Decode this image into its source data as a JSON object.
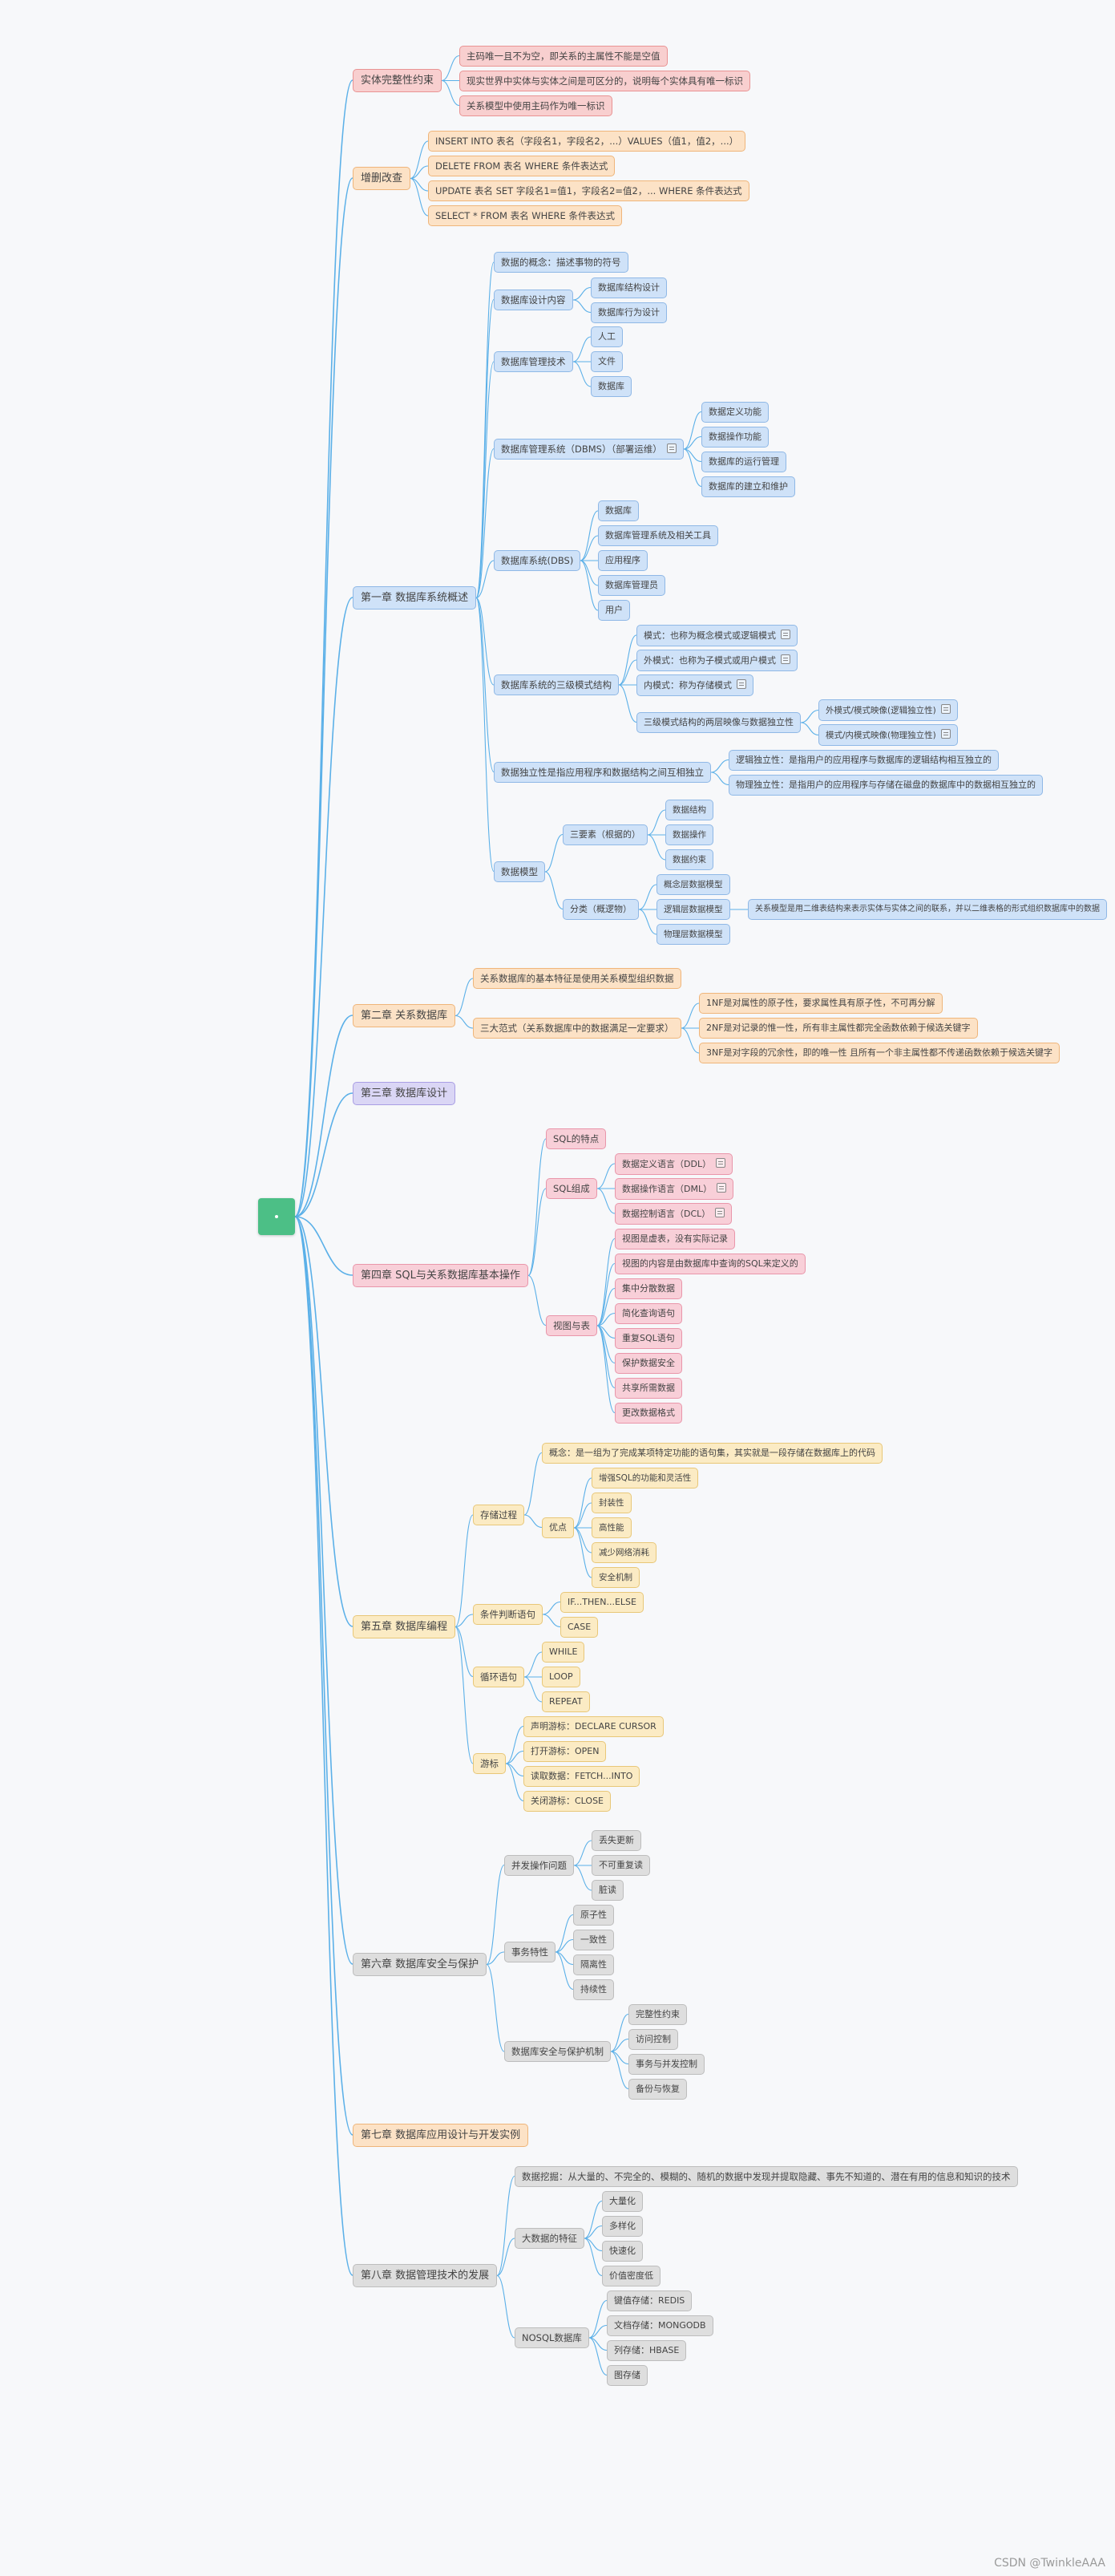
{
  "palette": {
    "red": {
      "fill": "#f8cfcf",
      "stroke": "#e99393",
      "line": "#5bb0e8"
    },
    "orange": {
      "fill": "#fce2c6",
      "stroke": "#efb57a"
    },
    "blue": {
      "fill": "#cfe2f8",
      "stroke": "#8fb8e6"
    },
    "purple": {
      "fill": "#dad6f5",
      "stroke": "#a99ee4"
    },
    "pink": {
      "fill": "#f8cfd8",
      "stroke": "#e996aa"
    },
    "yellow": {
      "fill": "#fbebc4",
      "stroke": "#e8c778"
    },
    "gray": {
      "fill": "#dedede",
      "stroke": "#bdbdbd"
    },
    "line": "#5bb0e8"
  },
  "watermark": "CSDN @TwinkleAAA",
  "tree": {
    "name": "root",
    "children": [
      {
        "text": "实体完整性约束",
        "color": "red",
        "children": [
          {
            "text": "主码唯一且不为空，即关系的主属性不能是空值"
          },
          {
            "text": "现实世界中实体与实体之间是可区分的，说明每个实体具有唯一标识"
          },
          {
            "text": "关系模型中使用主码作为唯一标识"
          }
        ]
      },
      {
        "text": "增删改查",
        "color": "orange",
        "children": [
          {
            "text": "INSERT INTO 表名（字段名1，字段名2，...）VALUES（值1，值2，...）"
          },
          {
            "text": "DELETE FROM 表名 WHERE 条件表达式"
          },
          {
            "text": "UPDATE 表名 SET 字段名1=值1，字段名2=值2，... WHERE 条件表达式"
          },
          {
            "text": "SELECT * FROM 表名 WHERE 条件表达式"
          }
        ]
      },
      {
        "text": "第一章 数据库系统概述",
        "color": "blue",
        "children": [
          {
            "text": "数据的概念：描述事物的符号"
          },
          {
            "text": "数据库设计内容",
            "children": [
              {
                "text": "数据库结构设计"
              },
              {
                "text": "数据库行为设计"
              }
            ]
          },
          {
            "text": "数据库管理技术",
            "children": [
              {
                "text": "人工"
              },
              {
                "text": "文件"
              },
              {
                "text": "数据库"
              }
            ]
          },
          {
            "text": "数据库管理系统（DBMS）（部署运维）",
            "icon": true,
            "children": [
              {
                "text": "数据定义功能"
              },
              {
                "text": "数据操作功能"
              },
              {
                "text": "数据库的运行管理"
              },
              {
                "text": "数据库的建立和维护"
              }
            ]
          },
          {
            "text": "数据库系统(DBS)",
            "children": [
              {
                "text": "数据库"
              },
              {
                "text": "数据库管理系统及相关工具"
              },
              {
                "text": "应用程序"
              },
              {
                "text": "数据库管理员"
              },
              {
                "text": "用户"
              }
            ]
          },
          {
            "text": "数据库系统的三级模式结构",
            "children": [
              {
                "text": "模式：也称为概念模式或逻辑模式",
                "icon": true
              },
              {
                "text": "外模式：也称为子模式或用户模式",
                "icon": true
              },
              {
                "text": "内模式：称为存储模式",
                "icon": true
              },
              {
                "text": "三级模式结构的两层映像与数据独立性",
                "children": [
                  {
                    "text": "外模式/模式映像(逻辑独立性)",
                    "icon": true
                  },
                  {
                    "text": "模式/内模式映像(物理独立性)",
                    "icon": true
                  }
                ]
              }
            ]
          },
          {
            "text": "数据独立性是指应用程序和数据结构之间互相独立",
            "children": [
              {
                "text": "逻辑独立性：是指用户的应用程序与数据库的逻辑结构相互独立的"
              },
              {
                "text": "物理独立性：是指用户的应用程序与存储在磁盘的数据库中的数据相互独立的"
              }
            ]
          },
          {
            "text": "数据模型",
            "children": [
              {
                "text": "三要素（根据的）",
                "children": [
                  {
                    "text": "数据结构"
                  },
                  {
                    "text": "数据操作"
                  },
                  {
                    "text": "数据约束"
                  }
                ]
              },
              {
                "text": "分类（概逻物）",
                "children": [
                  {
                    "text": "概念层数据模型"
                  },
                  {
                    "text": "逻辑层数据模型",
                    "children": [
                      {
                        "text": "关系模型是用二维表结构来表示实体与实体之间的联系，并以二维表格的形式组织数据库中的数据"
                      }
                    ]
                  },
                  {
                    "text": "物理层数据模型"
                  }
                ]
              }
            ]
          }
        ]
      },
      {
        "text": "第二章 关系数据库",
        "color": "orange",
        "children": [
          {
            "text": "关系数据库的基本特征是使用关系模型组织数据"
          },
          {
            "text": "三大范式（关系数据库中的数据满足一定要求）",
            "children": [
              {
                "text": "1NF是对属性的原子性，要求属性具有原子性，不可再分解"
              },
              {
                "text": "2NF是对记录的惟一性，所有非主属性都完全函数依赖于候选关键字"
              },
              {
                "text": "3NF是对字段的冗余性，即的唯一性 且所有一个非主属性都不传递函数依赖于候选关键字"
              }
            ]
          }
        ]
      },
      {
        "text": "第三章 数据库设计",
        "color": "purple",
        "children": []
      },
      {
        "text": "第四章 SQL与关系数据库基本操作",
        "color": "pink",
        "children": [
          {
            "text": "SQL的特点"
          },
          {
            "text": "SQL组成",
            "children": [
              {
                "text": "数据定义语言（DDL）",
                "icon": true
              },
              {
                "text": "数据操作语言（DML）",
                "icon": true
              },
              {
                "text": "数据控制语言（DCL）",
                "icon": true
              }
            ]
          },
          {
            "text": "视图与表",
            "children": [
              {
                "text": "视图是虚表，没有实际记录"
              },
              {
                "text": "视图的内容是由数据库中查询的SQL来定义的"
              },
              {
                "text": "集中分散数据"
              },
              {
                "text": "简化查询语句"
              },
              {
                "text": "重复SQL语句"
              },
              {
                "text": "保护数据安全"
              },
              {
                "text": "共享所需数据"
              },
              {
                "text": "更改数据格式"
              }
            ]
          }
        ]
      },
      {
        "text": "第五章 数据库编程",
        "color": "yellow",
        "children": [
          {
            "text": "存储过程",
            "children": [
              {
                "text": "概念：是一组为了完成某项特定功能的语句集，其实就是一段存储在数据库上的代码"
              },
              {
                "text": "优点",
                "children": [
                  {
                    "text": "增强SQL的功能和灵活性"
                  },
                  {
                    "text": "封装性"
                  },
                  {
                    "text": "高性能"
                  },
                  {
                    "text": "减少网络消耗"
                  },
                  {
                    "text": "安全机制"
                  }
                ]
              }
            ]
          },
          {
            "text": "条件判断语句",
            "children": [
              {
                "text": "IF...THEN...ELSE"
              },
              {
                "text": "CASE"
              }
            ]
          },
          {
            "text": "循环语句",
            "children": [
              {
                "text": "WHILE"
              },
              {
                "text": "LOOP"
              },
              {
                "text": "REPEAT"
              }
            ]
          },
          {
            "text": "游标",
            "children": [
              {
                "text": "声明游标：DECLARE CURSOR"
              },
              {
                "text": "打开游标：OPEN"
              },
              {
                "text": "读取数据：FETCH...INTO"
              },
              {
                "text": "关闭游标：CLOSE"
              }
            ]
          }
        ]
      },
      {
        "text": "第六章 数据库安全与保护",
        "color": "gray",
        "children": [
          {
            "text": "并发操作问题",
            "children": [
              {
                "text": "丢失更新"
              },
              {
                "text": "不可重复读"
              },
              {
                "text": "脏读"
              }
            ]
          },
          {
            "text": "事务特性",
            "children": [
              {
                "text": "原子性"
              },
              {
                "text": "一致性"
              },
              {
                "text": "隔离性"
              },
              {
                "text": "持续性"
              }
            ]
          },
          {
            "text": "数据库安全与保护机制",
            "children": [
              {
                "text": "完整性约束"
              },
              {
                "text": "访问控制"
              },
              {
                "text": "事务与并发控制"
              },
              {
                "text": "备份与恢复"
              }
            ]
          }
        ]
      },
      {
        "text": "第七章 数据库应用设计与开发实例",
        "color": "orange",
        "children": []
      },
      {
        "text": "第八章 数据管理技术的发展",
        "color": "gray",
        "children": [
          {
            "text": "数据挖掘：从大量的、不完全的、模糊的、随机的数据中发现并提取隐藏、事先不知道的、潜在有用的信息和知识的技术"
          },
          {
            "text": "大数据的特征",
            "children": [
              {
                "text": "大量化"
              },
              {
                "text": "多样化"
              },
              {
                "text": "快速化"
              },
              {
                "text": "价值密度低"
              }
            ]
          },
          {
            "text": "NOSQL数据库",
            "children": [
              {
                "text": "键值存储：REDIS"
              },
              {
                "text": "文档存储：MONGODB"
              },
              {
                "text": "列存储：HBASE"
              },
              {
                "text": "图存储"
              }
            ]
          }
        ]
      }
    ]
  }
}
